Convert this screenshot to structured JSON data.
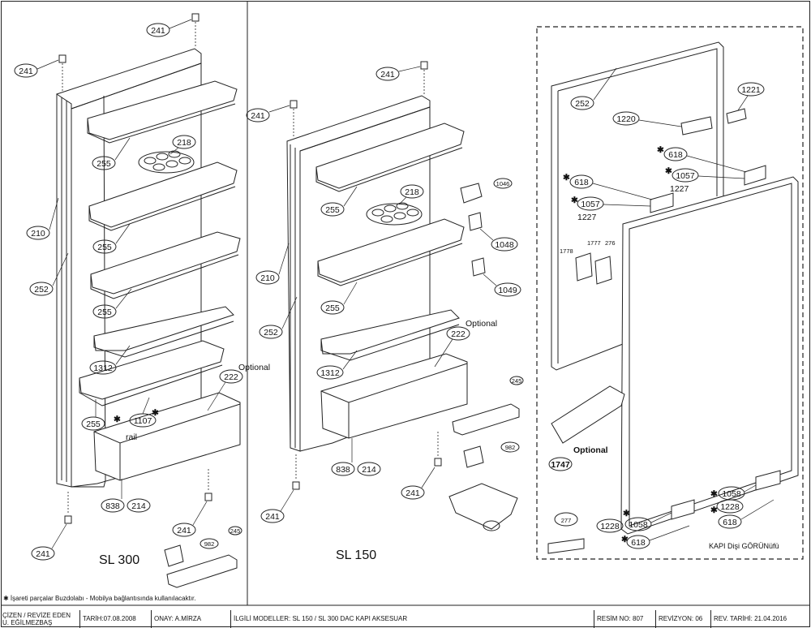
{
  "panels": {
    "left": {
      "model": "SL 300",
      "optional": "Optional",
      "rail": "rail"
    },
    "middle": {
      "model": "SL 150",
      "optional": "Optional"
    },
    "right": {
      "optional": "Optional",
      "caption": "KAPI Dişi GÖRÜNüfü"
    }
  },
  "part_numbers": {
    "p241": "241",
    "p210": "210",
    "p252": "252",
    "p255": "255",
    "p218": "218",
    "p1312": "1312",
    "p1107": "1107",
    "p222": "222",
    "p838": "838",
    "p214": "214",
    "p982": "982",
    "p245": "245",
    "p1046": "1046",
    "p1048": "1048",
    "p1049": "1049",
    "p1221": "1221",
    "p1220": "1220",
    "p618": "618",
    "p1057": "1057",
    "p1227": "1227",
    "p1778": "1778",
    "p1777": "1777",
    "p276": "276",
    "p1747": "1747",
    "p277": "277",
    "p1058": "1058",
    "p1228": "1228"
  },
  "asterisk": "✱",
  "note": "✱  İşareti parçalar Buzdolabı - Mobilya bağlantısında kullanılacaktır.",
  "footer": {
    "drawn_by_label": "ÇİZEN / REVİZE EDEN",
    "drawn_by_name": "U. EĞİLMEZBAŞ",
    "date": "TARİH:07.08.2008",
    "approved": "ONAY: A.MİRZA",
    "models": "İLGİLİ MODELLER:  SL 150 / SL 300 DAC KAPI AKSESUAR",
    "drawing_no": "RESİM NO: 807",
    "revision": "REVİZYON: 06",
    "rev_date": "REV. TARİHİ: 21.04.2016"
  }
}
